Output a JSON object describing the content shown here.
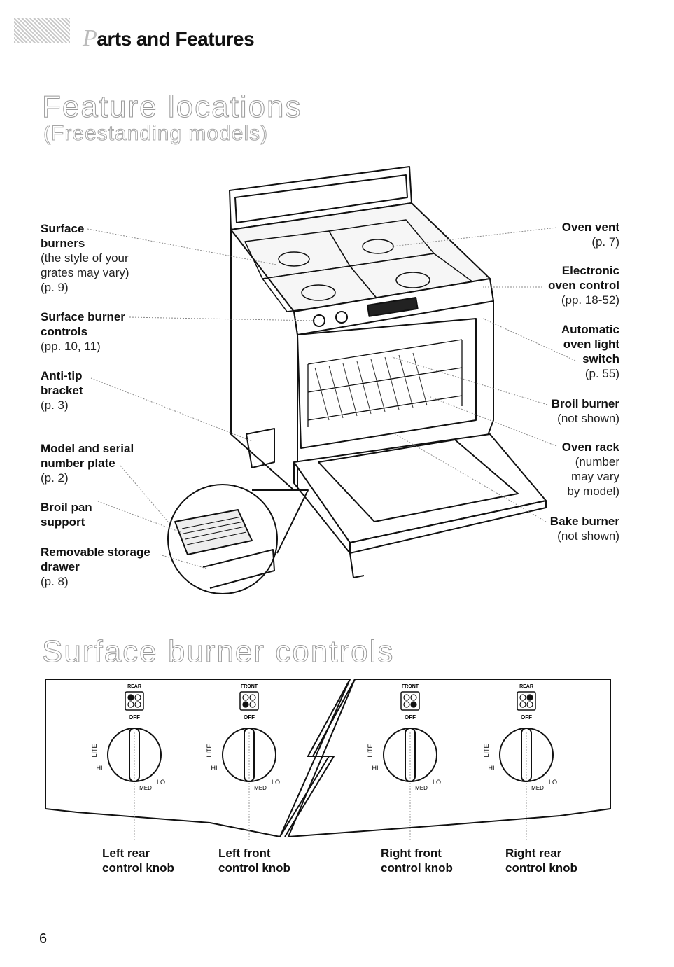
{
  "header": {
    "title_initial": "P",
    "title_rest": "arts and Features"
  },
  "feature_locations": {
    "title": "Feature locations",
    "subtitle": "(Freestanding models)",
    "left_callouts": [
      {
        "bold": [
          "Surface",
          "burners"
        ],
        "normal": [
          "(the style of your",
          "grates may vary)",
          "(p. 9)"
        ]
      },
      {
        "bold": [
          "Surface burner",
          "controls"
        ],
        "normal": [
          "(pp. 10, 11)"
        ]
      },
      {
        "bold": [
          "Anti-tip",
          "bracket"
        ],
        "normal": [
          "(p. 3)"
        ]
      },
      {
        "bold": [
          "Model and serial",
          "number plate"
        ],
        "normal": [
          "(p. 2)"
        ]
      },
      {
        "bold": [
          "Broil pan",
          "support"
        ],
        "normal": []
      },
      {
        "bold": [
          "Removable storage",
          "drawer"
        ],
        "normal": [
          "(p. 8)"
        ]
      }
    ],
    "right_callouts": [
      {
        "bold": [
          "Oven vent"
        ],
        "normal": [
          "(p. 7)"
        ]
      },
      {
        "bold": [
          "Electronic",
          "oven control"
        ],
        "normal": [
          "(pp. 18-52)"
        ]
      },
      {
        "bold": [
          "Automatic",
          "oven light",
          "switch"
        ],
        "normal": [
          "(p. 55)"
        ]
      },
      {
        "bold": [
          "Broil burner"
        ],
        "normal": [
          "(not shown)"
        ]
      },
      {
        "bold": [
          "Oven rack"
        ],
        "normal": [
          "(number",
          "may vary",
          "by model)"
        ]
      },
      {
        "bold": [
          "Bake burner"
        ],
        "normal": [
          "(not shown)"
        ]
      }
    ]
  },
  "surface_burner_controls": {
    "title": "Surface burner controls",
    "knobs": [
      {
        "position": "REAR",
        "off": "OFF",
        "lite": "LITE",
        "hi": "HI",
        "med": "MED",
        "lo": "LO",
        "label": [
          "Left rear",
          "control knob"
        ]
      },
      {
        "position": "FRONT",
        "off": "OFF",
        "lite": "LITE",
        "hi": "HI",
        "med": "MED",
        "lo": "LO",
        "label": [
          "Left front",
          "control knob"
        ]
      },
      {
        "position": "FRONT",
        "off": "OFF",
        "lite": "LITE",
        "hi": "HI",
        "med": "MED",
        "lo": "LO",
        "label": [
          "Right front",
          "control knob"
        ]
      },
      {
        "position": "REAR",
        "off": "OFF",
        "lite": "LITE",
        "hi": "HI",
        "med": "MED",
        "lo": "LO",
        "label": [
          "Right rear",
          "control knob"
        ]
      }
    ]
  },
  "page_number": "6"
}
